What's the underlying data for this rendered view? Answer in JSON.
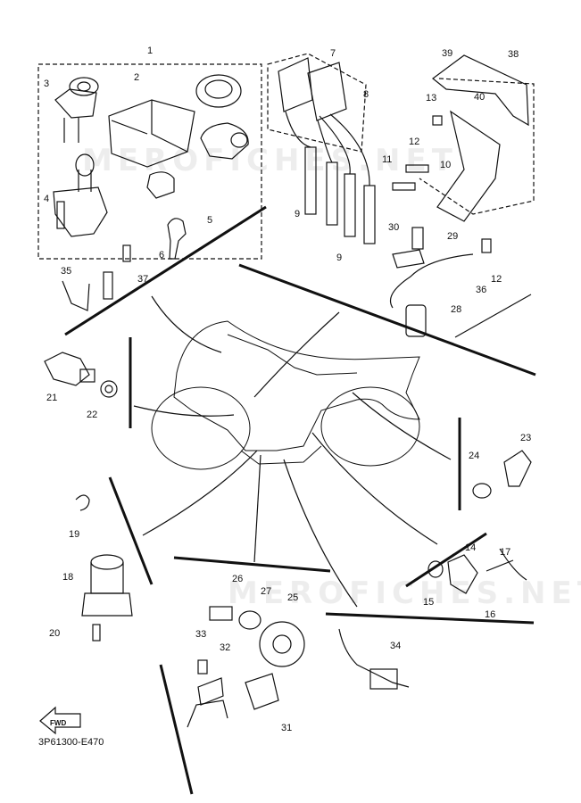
{
  "diagram": {
    "code": "3P61300-E470",
    "direction_badge": "FWD",
    "watermark": "MEROFICHES.NET",
    "callouts": [
      "1",
      "2",
      "3",
      "4",
      "5",
      "6",
      "7",
      "8",
      "9",
      "9",
      "10",
      "11",
      "12",
      "12",
      "13",
      "14",
      "15",
      "16",
      "17",
      "18",
      "19",
      "20",
      "21",
      "22",
      "23",
      "24",
      "25",
      "26",
      "27",
      "28",
      "29",
      "30",
      "31",
      "32",
      "33",
      "34",
      "35",
      "36",
      "37",
      "38",
      "39",
      "40"
    ]
  }
}
